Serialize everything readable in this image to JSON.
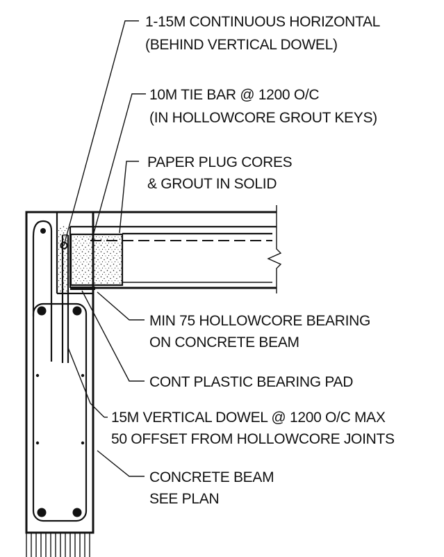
{
  "diagram": {
    "notes": [
      {
        "id": "horizontal-bar",
        "lines": [
          "1-15M  CONTINUOUS HORIZONTAL",
          "(BEHIND VERTICAL DOWEL)"
        ]
      },
      {
        "id": "tie-bar",
        "lines": [
          "10M TIE BAR @ 1200 O/C",
          "(IN HOLLOWCORE GROUT KEYS)"
        ]
      },
      {
        "id": "paper-plug",
        "lines": [
          "PAPER PLUG CORES",
          "& GROUT IN SOLID"
        ]
      },
      {
        "id": "bearing",
        "lines": [
          "MIN 75 HOLLOWCORE BEARING",
          "ON CONCRETE BEAM"
        ]
      },
      {
        "id": "bearing-pad",
        "lines": [
          "CONT PLASTIC BEARING PAD"
        ]
      },
      {
        "id": "vertical-dowel",
        "lines": [
          "15M  VERTICAL DOWEL @ 1200 O/C MAX",
          "50 OFFSET FROM HOLLOWCORE JOINTS"
        ]
      },
      {
        "id": "concrete-beam",
        "lines": [
          "CONCRETE BEAM",
          "SEE PLAN"
        ]
      }
    ],
    "colors": {
      "ink": "#111111",
      "paper": "#ffffff"
    }
  }
}
